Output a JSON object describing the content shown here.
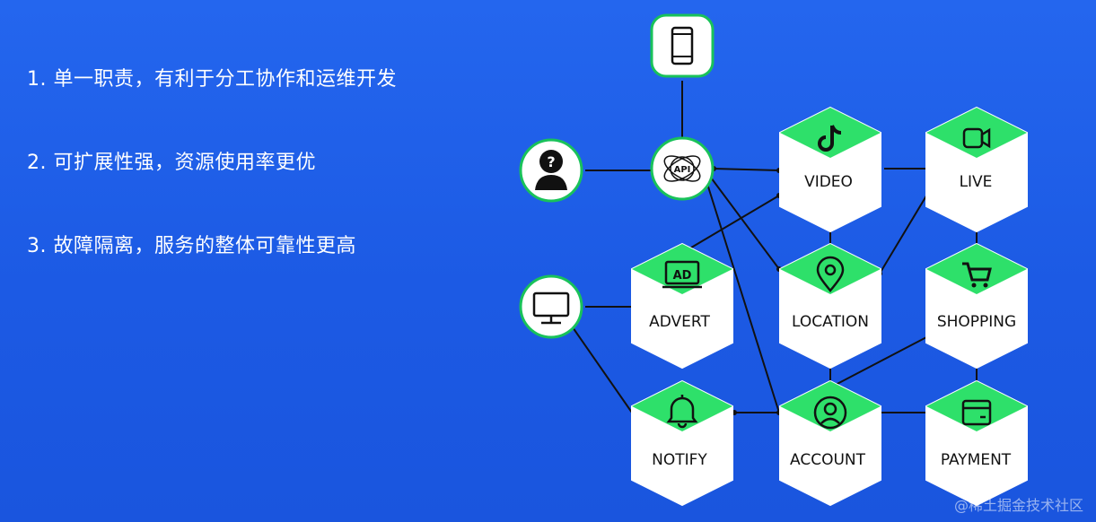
{
  "points": [
    "1. 单一职责，有利于分工协作和运维开发",
    "2. 可扩展性强，资源使用率更优",
    "3. 故障隔离，服务的整体可靠性更高"
  ],
  "services": {
    "video": "VIDEO",
    "live": "LIVE",
    "advert": "ADVERT",
    "location": "LOCATION",
    "shopping": "SHOPPING",
    "notify": "NOTIFY",
    "account": "ACCOUNT",
    "payment": "PAYMENT"
  },
  "api_label": "API",
  "ad_badge": "AD",
  "watermark": "@稀土掘金技术社区",
  "colors": {
    "background": "#1e5fe8",
    "hex_top": "#2ee06a",
    "node_border": "#19c25a",
    "line": "#111111"
  },
  "icons": {
    "mobile": "smartphone-icon",
    "user": "unknown-user-icon",
    "monitor": "monitor-icon",
    "api": "api-gateway-icon",
    "video": "tiktok-icon",
    "live": "video-camera-icon",
    "advert": "ad-icon",
    "location": "map-pin-icon",
    "shopping": "shopping-cart-icon",
    "notify": "bell-icon",
    "account": "account-icon",
    "payment": "wallet-icon"
  }
}
